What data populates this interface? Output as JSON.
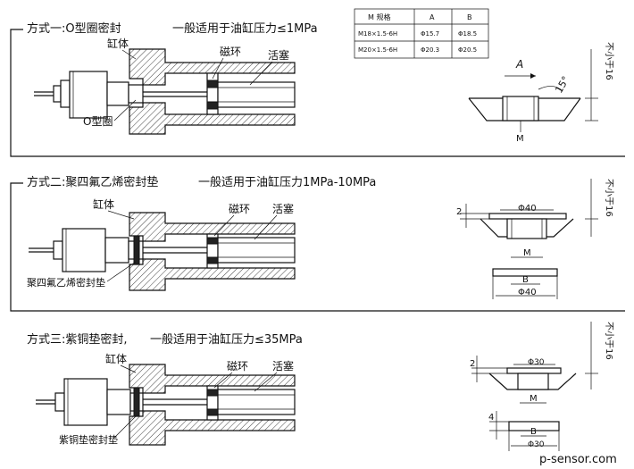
{
  "sections": [
    {
      "title": "方式一:O型圈密封",
      "subtitle": "一般适用于油缸压力≤1MPa",
      "labels": {
        "cylinder": "缸体",
        "magnet_ring": "磁环",
        "piston": "活塞",
        "seal": "O型圈"
      }
    },
    {
      "title": "方式二:聚四氟乙烯密封垫",
      "subtitle": "一般适用于油缸压力1MPa-10MPa",
      "labels": {
        "cylinder": "缸体",
        "magnet_ring": "磁环",
        "piston": "活塞",
        "seal": "聚四氟乙烯密封垫"
      }
    },
    {
      "title": "方式三:紫铜垫密封,",
      "subtitle": "一般适用于油缸压力≤35MPa",
      "labels": {
        "cylinder": "缸体",
        "magnet_ring": "磁环",
        "piston": "活塞",
        "seal": "紫铜垫密封垫"
      }
    }
  ],
  "spec_table": {
    "headers": [
      "M 规格",
      "A",
      "B"
    ],
    "rows": [
      [
        "M18×1.5-6H",
        "Φ15.7",
        "Φ18.5"
      ],
      [
        "M20×1.5-6H",
        "Φ20.3",
        "Φ20.5"
      ]
    ]
  },
  "details": {
    "d1": {
      "a": "A",
      "angle": "15°",
      "m": "M",
      "min_len": "不小于16"
    },
    "d2": {
      "dim2": "2",
      "phi_top": "Φ40",
      "m": "M",
      "b": "B",
      "phi_bottom": "Φ40",
      "min_len": "不小于16"
    },
    "d3": {
      "dim2": "2",
      "phi_top": "Φ30",
      "m": "M",
      "dim4": "4",
      "b": "B",
      "phi_bottom": "Φ30",
      "min_len": "不小于16"
    }
  },
  "watermark": "p-sensor.com"
}
